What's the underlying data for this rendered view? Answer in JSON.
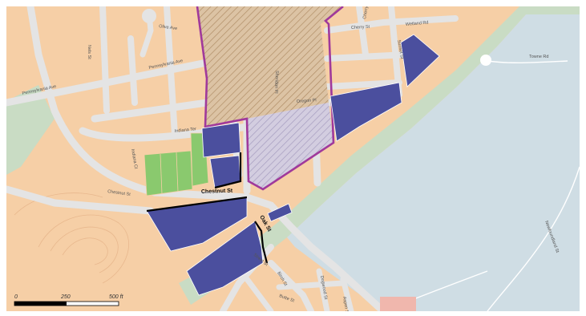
{
  "map": {
    "colors": {
      "land": "#f6cfa6",
      "water": "#cfdde4",
      "river_bank": "#c9dcc4",
      "road": "#e4e4e4",
      "road_edge": "#bdbdbd",
      "parcel_blue": "#4b4f9e",
      "parcel_green": "#8ac96e",
      "boundary": "#a0399b",
      "hatch_tan": "#c9a884",
      "hatch_purple": "#bcb3cf",
      "pink_parcel": "#f0b7ad"
    },
    "streets": {
      "nels_st": "Nels St",
      "olive_ave": "Olive Ave",
      "pennsylvania_ave_upper": "Pennsylvania Ave",
      "pennsylvania_ave_lower": "Pennsylvania Ave",
      "indiana_ter": "Indiana Ter",
      "indiana_ct": "Indiana Ct",
      "chestnut_st_left": "Chestnut St",
      "chestnut_st_main": "Chestnut St",
      "oak_st": "Oak St",
      "oregon_pl": "Oregon Pl",
      "sheridan_pl": "Sheridan Pl",
      "cherry_st": "Cherry St",
      "cherry_ct": "Cherry Ct",
      "wetland_rd": "Wetland Rd",
      "sunset_st": "Sunset St",
      "towne_rd": "Towne Rd",
      "newfoundland_st": "Newfoundland St",
      "street_st": "Street St",
      "birch_st": "Birch St",
      "butte_st": "Butte St",
      "dogwood_st": "Dogwood St",
      "aspen_st": "Aspen St"
    },
    "scale_bar": {
      "label_0": "0",
      "label_250": "250",
      "label_500": "500 ft"
    }
  }
}
